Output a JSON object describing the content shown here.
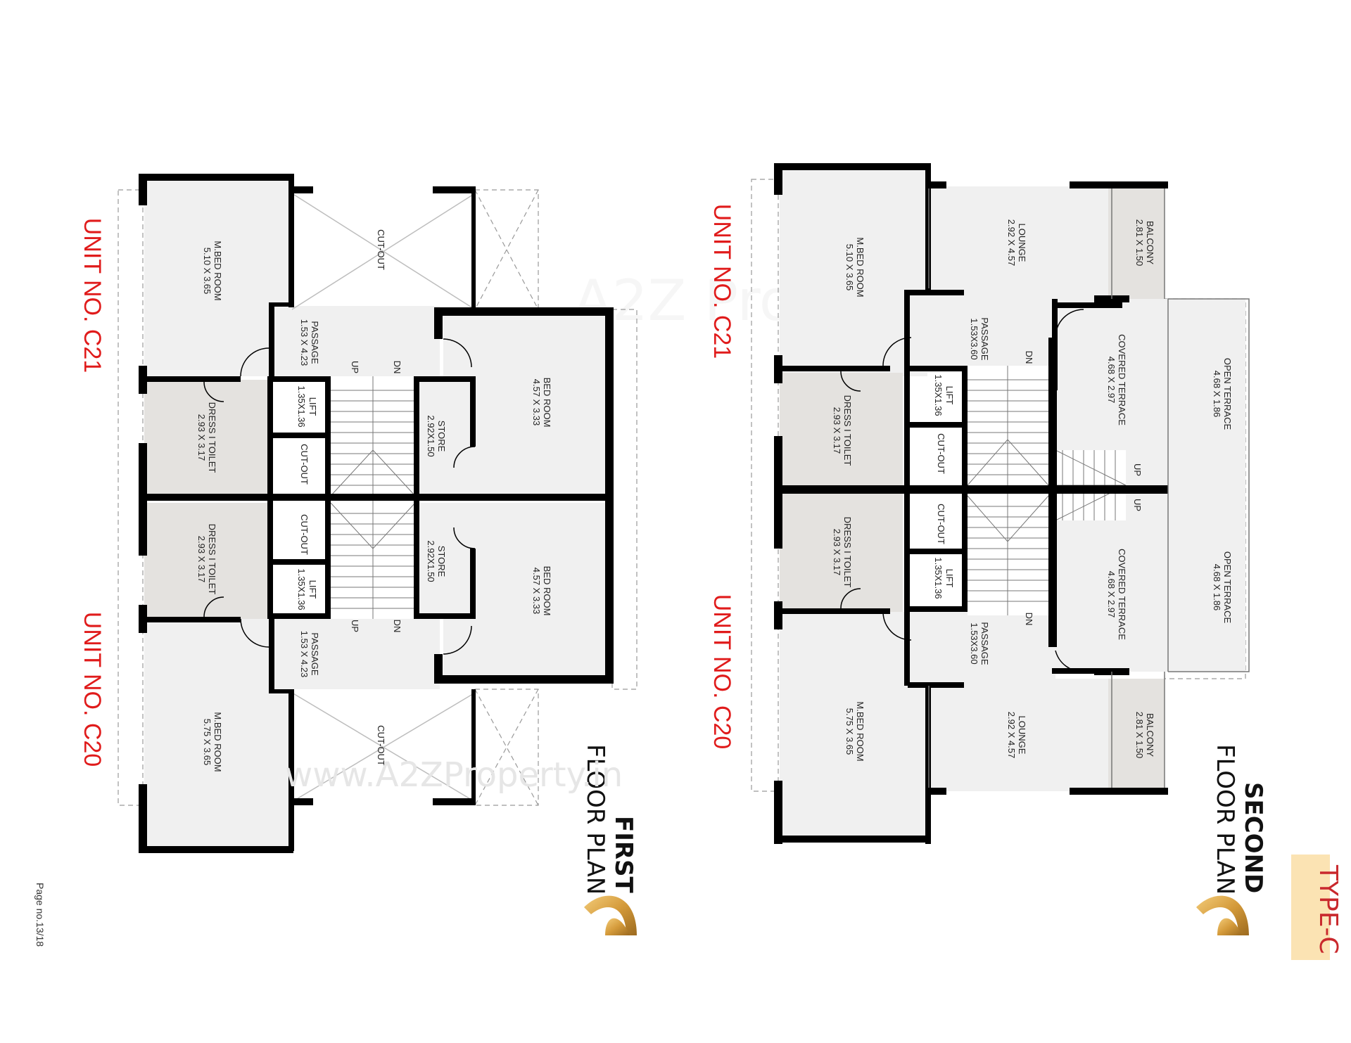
{
  "page_number": "Page no.13/18",
  "type_badge": "TYPE-C",
  "watermark": {
    "logo": "A2Z Property",
    "url": "www.A2ZProperty.in"
  },
  "first_floor": {
    "title_bold": "FIRST",
    "title_rest": "FLOOR PLAN",
    "unit_top": "UNIT NO. C21",
    "unit_bottom": "UNIT NO. C20",
    "rooms": {
      "mbed_top": {
        "name": "M.BED ROOM",
        "size": "5.10 X 3.65"
      },
      "cutout_top": {
        "name": "CUT-OUT"
      },
      "passage_top": {
        "name": "PASSAGE",
        "size": "1.53 X 4.23"
      },
      "dress_top": {
        "name": "DRESS I TOILET",
        "size": "2.93 X 3.17"
      },
      "lift_top": {
        "name": "LIFT",
        "size": "1.35X1.36"
      },
      "cutout_small_top": {
        "name": "CUT-OUT"
      },
      "store_top": {
        "name": "STORE",
        "size": "2.92X1.50"
      },
      "bed_top": {
        "name": "BED ROOM",
        "size": "4.57 X 3.33"
      },
      "dress_bottom": {
        "name": "DRESS I TOILET",
        "size": "2.93 X 3.17"
      },
      "cutout_small_bottom": {
        "name": "CUT-OUT"
      },
      "lift_bottom": {
        "name": "LIFT",
        "size": "1.35X1.36"
      },
      "store_bottom": {
        "name": "STORE",
        "size": "2.92X1.50"
      },
      "bed_bottom": {
        "name": "BED ROOM",
        "size": "4.57 X 3.33"
      },
      "passage_bottom": {
        "name": "PASSAGE",
        "size": "1.53 X 4.23"
      },
      "mbed_bottom": {
        "name": "M.BED ROOM",
        "size": "5.75 X 3.65"
      },
      "cutout_bottom": {
        "name": "CUT-OUT"
      }
    },
    "stair_marks": {
      "up": "UP",
      "dn": "DN"
    }
  },
  "second_floor": {
    "title_bold": "SECOND",
    "title_rest": "FLOOR PLAN",
    "unit_top": "UNIT NO. C21",
    "unit_bottom": "UNIT NO. C20",
    "rooms": {
      "mbed_top": {
        "name": "M.BED ROOM",
        "size": "5.10 X 3.65"
      },
      "lounge_top": {
        "name": "LOUNGE",
        "size": "2.92 X 4.57"
      },
      "balcony_top": {
        "name": "BALCONY",
        "size": "2.81 X 1.50"
      },
      "passage_top": {
        "name": "PASSAGE",
        "size": "1.53X3.60"
      },
      "covered_top": {
        "name": "COVERED TERRACE",
        "size": "4.68 X 2.97"
      },
      "open_top": {
        "name": "OPEN TERRACE",
        "size": "4.68 X 1.86"
      },
      "dress_top": {
        "name": "DRESS I TOILET",
        "size": "2.93 X 3.17"
      },
      "lift_top": {
        "name": "LIFT",
        "size": "1.35X1.36"
      },
      "cutout_top": {
        "name": "CUT-OUT"
      },
      "dress_bottom": {
        "name": "DRESS I TOILET",
        "size": "2.93 X 3.17"
      },
      "cutout_bottom": {
        "name": "CUT-OUT"
      },
      "lift_bottom": {
        "name": "LIFT",
        "size": "1.35X1.36"
      },
      "passage_bottom": {
        "name": "PASSAGE",
        "size": "1.53X3.60"
      },
      "covered_bottom": {
        "name": "COVERED TERRACE",
        "size": "4.68 X 2.97"
      },
      "open_bottom": {
        "name": "OPEN TERRACE",
        "size": "4.68 X 1.86"
      },
      "mbed_bottom": {
        "name": "M.BED ROOM",
        "size": "5.75 X 3.65"
      },
      "lounge_bottom": {
        "name": "LOUNGE",
        "size": "2.92 X 4.57"
      },
      "balcony_bottom": {
        "name": "BALCONY",
        "size": "2.81 X 1.50"
      }
    },
    "stair_marks": {
      "up": "UP",
      "dn": "DN"
    }
  },
  "colors": {
    "unit_label": "#e01b1b",
    "badge_bg": "#fbe3b3",
    "badge_text": "#c9282d",
    "logo_gold": "#d49a3a"
  }
}
